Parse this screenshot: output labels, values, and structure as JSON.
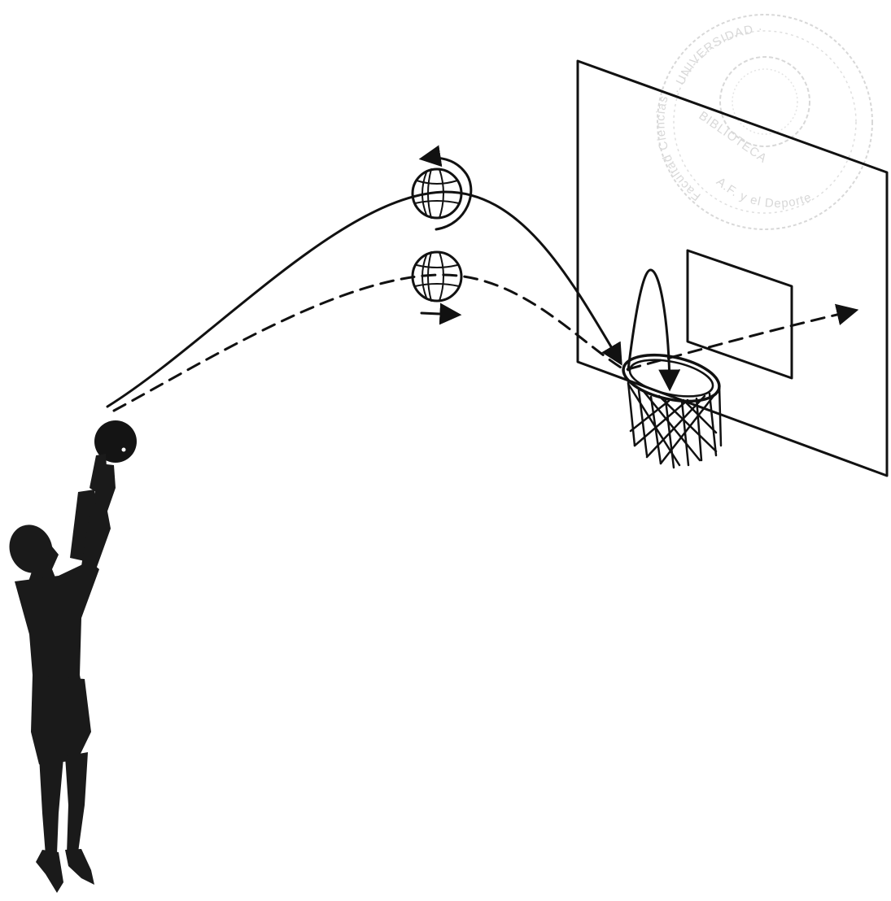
{
  "figure": {
    "description_free": true,
    "colors": {
      "ink": "#111111",
      "background": "#ffffff",
      "stamp": "#b9b9b9"
    }
  },
  "stamp": {
    "top_text": "· UNIVERSIDAD ·",
    "left_text": "Facultad Ciencias",
    "bottom_text": "A.F. y el Deporte",
    "center_text": "BIBLIOTECA"
  },
  "trajectories": [
    {
      "name": "spin-shot",
      "style": "solid",
      "ball_spin": "backspin-arrow-left"
    },
    {
      "name": "flat-shot",
      "style": "dashed",
      "ball_spin": "forward-arrow-right"
    }
  ],
  "icons": {
    "player": "player-silhouette-icon",
    "ball": "basketball-icon",
    "hoop": "hoop-icon",
    "backboard": "backboard-icon",
    "stamp": "library-stamp-icon"
  }
}
